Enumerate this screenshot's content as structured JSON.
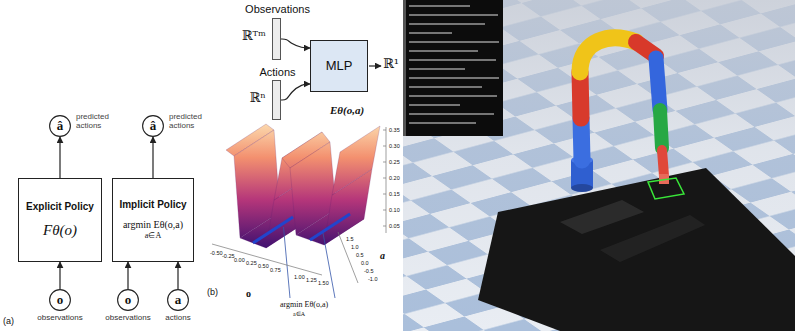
{
  "diagram": {
    "nodes": [
      {
        "text": [
          "Observations",
          "ℝᵀᵐ"
        ]
      },
      {
        "text": [
          "Actions",
          "ℝⁿ"
        ]
      },
      {
        "text": [
          "MLP"
        ]
      },
      {
        "text": [
          "â",
          "predicted actions"
        ]
      },
      {
        "text": [
          "Explicit Policy",
          "Fθ(o)"
        ]
      },
      {
        "text": [
          "o",
          "observations"
        ]
      },
      {
        "text": [
          "â",
          "predicted actions"
        ]
      },
      {
        "text": [
          "Implicit Policy",
          "argmin Eθ(o,a)",
          "a∈A"
        ]
      },
      {
        "text": [
          "o",
          "observations"
        ]
      },
      {
        "text": [
          "a",
          "actions"
        ]
      }
    ],
    "edges": [
      {
        "from": 0,
        "to": 2,
        "arrow": "to"
      },
      {
        "from": 1,
        "to": 2,
        "arrow": "to"
      },
      {
        "from": 5,
        "to": 4,
        "arrow": "to"
      },
      {
        "from": 4,
        "to": 3,
        "arrow": "to"
      },
      {
        "from": 8,
        "to": 7,
        "arrow": "to"
      },
      {
        "from": 9,
        "to": 7,
        "arrow": "to"
      },
      {
        "from": 7,
        "to": 6,
        "arrow": "to"
      }
    ],
    "labels": [
      "ℝ¹",
      "(a)",
      "(b)",
      "Eθ(o,a)",
      "0.35",
      "0.30",
      "0.25",
      "0.20",
      "0.15",
      "0.10",
      "0.05",
      "-0.50",
      "-0.25",
      "0.00",
      "0.25",
      "0.50",
      "0.75",
      "1.00",
      "1.25",
      "1.50",
      "o",
      "1.5",
      "1.0",
      "0.5",
      "0.0",
      "-0.5",
      "-1.0",
      "a",
      "argmin Eθ(o,a)",
      "a∈A"
    ]
  }
}
